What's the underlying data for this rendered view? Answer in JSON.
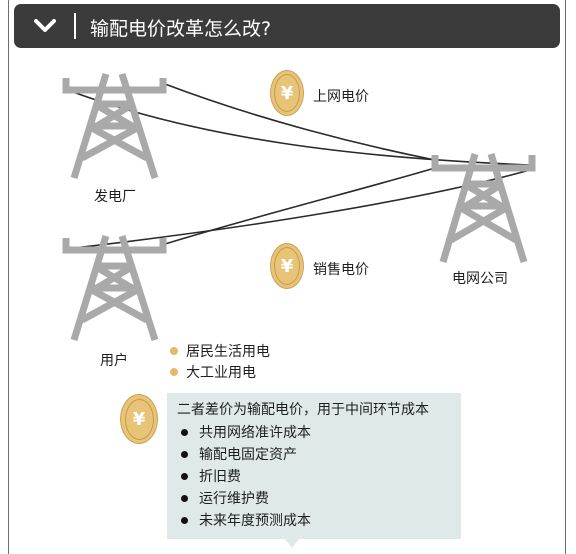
{
  "header": {
    "title": "输配电价改革怎么改?",
    "chevron_icon": "chevron-down-icon"
  },
  "nodes": {
    "plant": "发电厂",
    "grid": "电网公司",
    "user": "用户"
  },
  "prices": {
    "upstream": "上网电价",
    "sales": "销售电价",
    "coin_icon": "yuan-coin-icon",
    "coin_symbol": "¥"
  },
  "user_types": [
    "居民生活用电",
    "大工业用电"
  ],
  "explanation": {
    "head": "二者差价为输配电价，用于中间环节成本",
    "items": [
      "共用网络准许成本",
      "输配电固定资产",
      "折旧费",
      "运行维护费",
      "未来年度预测成本"
    ]
  },
  "colors": {
    "header_bg": "#3b3b3b",
    "coin": "#e8c478",
    "tower": "#aaaaaa",
    "info_bg": "#dfe9ea",
    "dot": "#e3b96b"
  }
}
